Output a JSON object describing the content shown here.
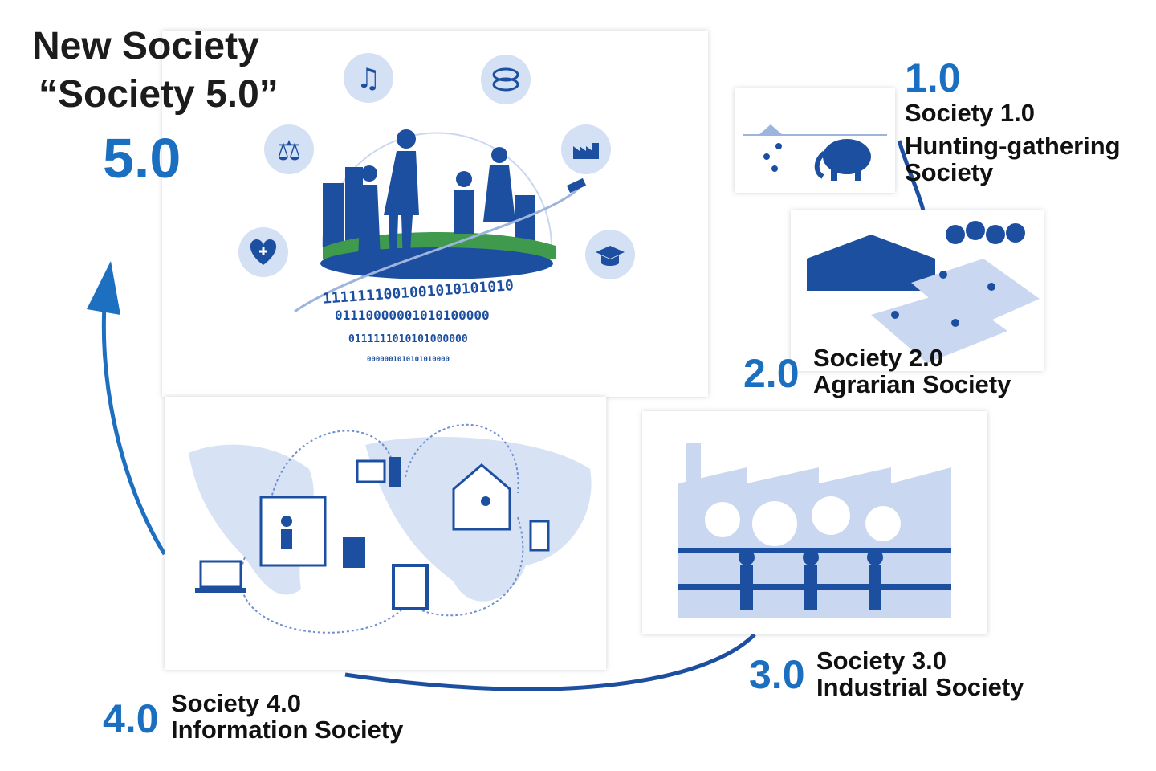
{
  "title": {
    "line1": "New Society",
    "line2": "“Society 5.0”",
    "number": "5.0"
  },
  "stages": [
    {
      "number": "1.0",
      "line1": "Society 1.0",
      "line2": "Hunting-gathering",
      "line3": "Society"
    },
    {
      "number": "2.0",
      "line1": "Society 2.0",
      "line2": "Agrarian Society"
    },
    {
      "number": "3.0",
      "line1": "Society 3.0",
      "line2": "Industrial Society"
    },
    {
      "number": "4.0",
      "line1": "Society 4.0",
      "line2": "Information Society"
    }
  ],
  "binary": [
    "1111111001001010101010",
    "01110000001010100000",
    "0111111010101000000",
    "0000001010101010000"
  ],
  "colors": {
    "accent": "#1a6fc0",
    "dark_blue": "#1d4fa0",
    "light_blue": "#c9d8f0",
    "text": "#111111"
  },
  "icons": [
    "music-note-icon",
    "coins-icon",
    "scales-icon",
    "factory-icon",
    "heart-health-icon",
    "graduation-cap-icon"
  ]
}
